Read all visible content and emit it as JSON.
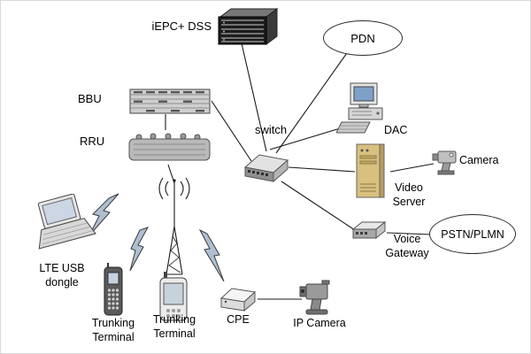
{
  "nodes": {
    "iepc": {
      "label": "iEPC+ DSS"
    },
    "pdn": {
      "label": "PDN"
    },
    "bbu": {
      "label": "BBU"
    },
    "rru": {
      "label": "RRU"
    },
    "switch": {
      "label": "switch"
    },
    "dac": {
      "label": "DAC"
    },
    "camera": {
      "label": "Camera"
    },
    "video_server": {
      "label": "Video Server"
    },
    "voice_gateway": {
      "label": "Voice Gateway"
    },
    "pstn_plmn": {
      "label": "PSTN/PLMN"
    },
    "lte_usb_dongle": {
      "label": "LTE USB dongle"
    },
    "trunking_terminal_1": {
      "label": "Trunking Terminal"
    },
    "trunking_terminal_2": {
      "label": "Trunking Terminal"
    },
    "cpe": {
      "label": "CPE"
    },
    "ip_camera": {
      "label": "IP Camera"
    },
    "antenna": {
      "label": ""
    }
  },
  "connections": [
    {
      "from": "iepc",
      "to": "switch",
      "link": "wired"
    },
    {
      "from": "pdn",
      "to": "switch",
      "link": "wired"
    },
    {
      "from": "bbu",
      "to": "switch",
      "link": "wired"
    },
    {
      "from": "bbu",
      "to": "rru",
      "link": "wired"
    },
    {
      "from": "rru",
      "to": "antenna",
      "link": "wired"
    },
    {
      "from": "switch",
      "to": "dac",
      "link": "wired"
    },
    {
      "from": "switch",
      "to": "video_server",
      "link": "wired"
    },
    {
      "from": "video_server",
      "to": "camera",
      "link": "wired"
    },
    {
      "from": "switch",
      "to": "voice_gateway",
      "link": "wired"
    },
    {
      "from": "voice_gateway",
      "to": "pstn_plmn",
      "link": "wired"
    },
    {
      "from": "cpe",
      "to": "ip_camera",
      "link": "wired"
    },
    {
      "from": "antenna",
      "to": "lte_usb_dongle",
      "link": "wireless"
    },
    {
      "from": "antenna",
      "to": "trunking_terminal_1",
      "link": "wireless"
    },
    {
      "from": "antenna",
      "to": "trunking_terminal_2",
      "link": "wireless"
    },
    {
      "from": "antenna",
      "to": "cpe",
      "link": "wireless"
    }
  ],
  "colors": {
    "line": "#000000",
    "bolt_fill": "#aebfd2",
    "tower_fill": "#d9c07e",
    "screen_blue": "#7fa0c8",
    "background": "#ffffff"
  }
}
